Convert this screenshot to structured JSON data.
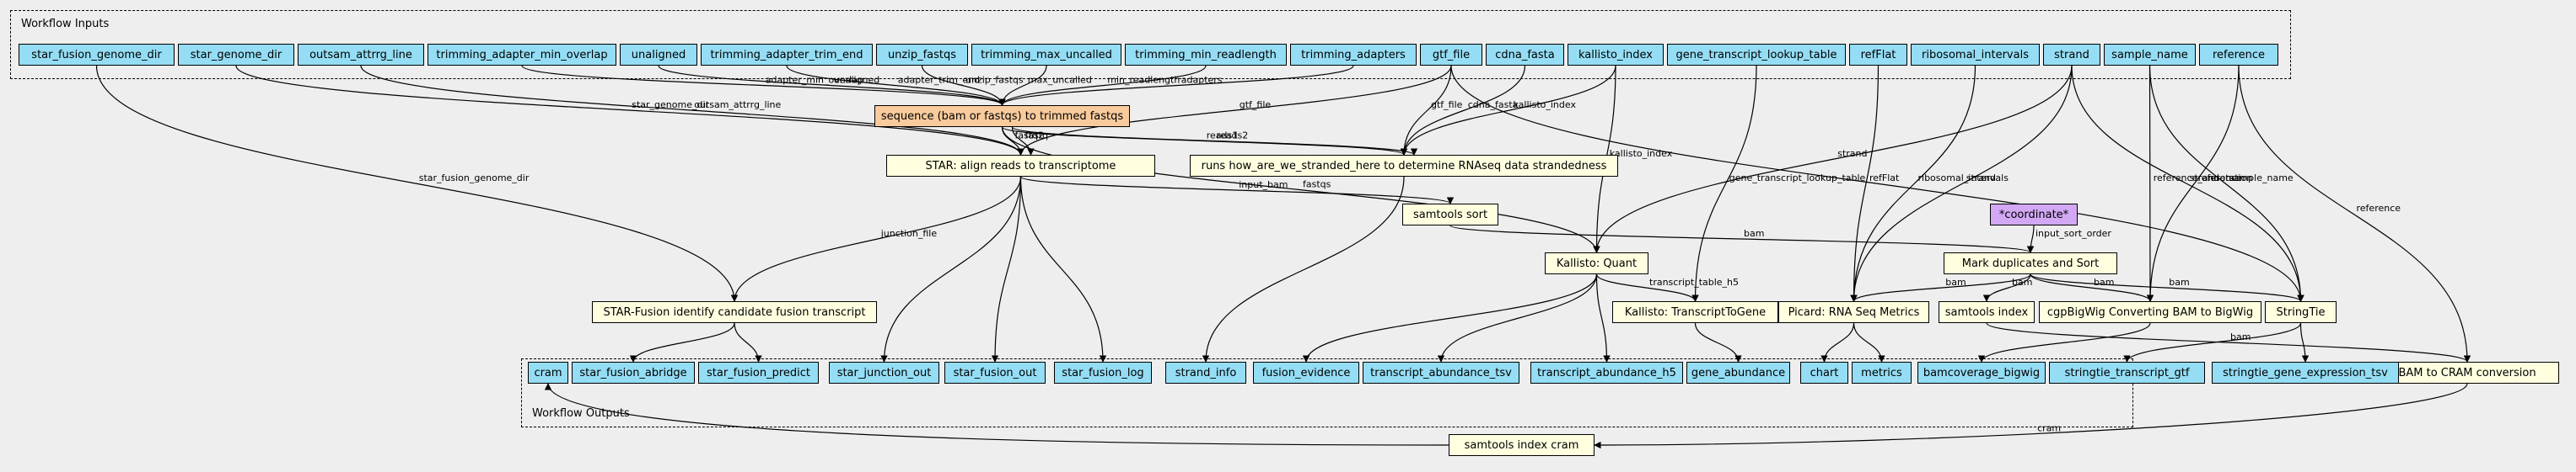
{
  "clusters": {
    "inputs_label": "Workflow Inputs",
    "outputs_label": "Workflow Outputs"
  },
  "colors": {
    "input_output_fill": "#94ddf4",
    "step_fill": "#ffffe0",
    "highlight_fill": "#f8ca9c",
    "param_fill": "#d2a8f4",
    "background": "#eeeeee"
  },
  "inputs": [
    {
      "id": "star_fusion_genome_dir",
      "label": "star_fusion_genome_dir"
    },
    {
      "id": "star_genome_dir",
      "label": "star_genome_dir"
    },
    {
      "id": "outsam_attrrg_line",
      "label": "outsam_attrrg_line"
    },
    {
      "id": "trimming_adapter_min_overlap",
      "label": "trimming_adapter_min_overlap"
    },
    {
      "id": "unaligned",
      "label": "unaligned"
    },
    {
      "id": "trimming_adapter_trim_end",
      "label": "trimming_adapter_trim_end"
    },
    {
      "id": "unzip_fastqs",
      "label": "unzip_fastqs"
    },
    {
      "id": "trimming_max_uncalled",
      "label": "trimming_max_uncalled"
    },
    {
      "id": "trimming_min_readlength",
      "label": "trimming_min_readlength"
    },
    {
      "id": "trimming_adapters",
      "label": "trimming_adapters"
    },
    {
      "id": "gtf_file",
      "label": "gtf_file"
    },
    {
      "id": "cdna_fasta",
      "label": "cdna_fasta"
    },
    {
      "id": "kallisto_index",
      "label": "kallisto_index"
    },
    {
      "id": "gene_transcript_lookup_table",
      "label": "gene_transcript_lookup_table"
    },
    {
      "id": "refFlat",
      "label": "refFlat"
    },
    {
      "id": "ribosomal_intervals",
      "label": "ribosomal_intervals"
    },
    {
      "id": "strand",
      "label": "strand"
    },
    {
      "id": "sample_name",
      "label": "sample_name"
    },
    {
      "id": "reference",
      "label": "reference"
    }
  ],
  "steps": [
    {
      "id": "trim",
      "label": "sequence (bam or fastqs) to trimmed fastqs"
    },
    {
      "id": "star_align",
      "label": "STAR: align reads to transcriptome"
    },
    {
      "id": "strandedness",
      "label": "runs how_are_we_stranded_here to determine RNAseq data strandedness"
    },
    {
      "id": "samtools_sort",
      "label": "samtools sort"
    },
    {
      "id": "coordinate",
      "label": "*coordinate*"
    },
    {
      "id": "kallisto_quant",
      "label": "Kallisto: Quant"
    },
    {
      "id": "mark_dup",
      "label": "Mark duplicates and Sort"
    },
    {
      "id": "star_fusion",
      "label": "STAR-Fusion identify candidate fusion transcript"
    },
    {
      "id": "tx2gene",
      "label": "Kallisto: TranscriptToGene"
    },
    {
      "id": "picard",
      "label": "Picard: RNA Seq Metrics"
    },
    {
      "id": "samtools_index",
      "label": "samtools index"
    },
    {
      "id": "bigwig",
      "label": "cgpBigWig Converting BAM to BigWig"
    },
    {
      "id": "stringtie",
      "label": "StringTie"
    },
    {
      "id": "bam_to_cram",
      "label": "BAM to CRAM conversion"
    },
    {
      "id": "index_cram",
      "label": "samtools index cram"
    }
  ],
  "outputs": [
    {
      "id": "cram",
      "label": "cram"
    },
    {
      "id": "star_fusion_abridge",
      "label": "star_fusion_abridge"
    },
    {
      "id": "star_fusion_predict",
      "label": "star_fusion_predict"
    },
    {
      "id": "star_junction_out",
      "label": "star_junction_out"
    },
    {
      "id": "star_fusion_out",
      "label": "star_fusion_out"
    },
    {
      "id": "star_fusion_log",
      "label": "star_fusion_log"
    },
    {
      "id": "strand_info",
      "label": "strand_info"
    },
    {
      "id": "fusion_evidence",
      "label": "fusion_evidence"
    },
    {
      "id": "transcript_abundance_tsv",
      "label": "transcript_abundance_tsv"
    },
    {
      "id": "transcript_abundance_h5",
      "label": "transcript_abundance_h5"
    },
    {
      "id": "gene_abundance",
      "label": "gene_abundance"
    },
    {
      "id": "chart",
      "label": "chart"
    },
    {
      "id": "metrics",
      "label": "metrics"
    },
    {
      "id": "bamcoverage_bigwig",
      "label": "bamcoverage_bigwig"
    },
    {
      "id": "stringtie_transcript_gtf",
      "label": "stringtie_transcript_gtf"
    },
    {
      "id": "stringtie_gene_expression_tsv",
      "label": "stringtie_gene_expression_tsv"
    }
  ],
  "edges": [
    {
      "from": "star_fusion_genome_dir",
      "to": "star_fusion",
      "label": "star_fusion_genome_dir"
    },
    {
      "from": "star_genome_dir",
      "to": "star_align",
      "label": "star_genome_dir"
    },
    {
      "from": "outsam_attrrg_line",
      "to": "star_align",
      "label": "outsam_attrrg_line"
    },
    {
      "from": "trimming_adapter_min_overlap",
      "to": "trim",
      "label": "adapter_min_overlap"
    },
    {
      "from": "unaligned",
      "to": "trim",
      "label": "unaligned"
    },
    {
      "from": "trimming_adapter_trim_end",
      "to": "trim",
      "label": "adapter_trim_end"
    },
    {
      "from": "unzip_fastqs",
      "to": "trim",
      "label": "unzip_fastqs"
    },
    {
      "from": "trimming_max_uncalled",
      "to": "trim",
      "label": "max_uncalled"
    },
    {
      "from": "trimming_min_readlength",
      "to": "trim",
      "label": "min_readlength"
    },
    {
      "from": "trimming_adapters",
      "to": "trim",
      "label": "adapters"
    },
    {
      "from": "gtf_file",
      "to": "star_align",
      "label": "gtf_file"
    },
    {
      "from": "gtf_file",
      "to": "strandedness",
      "label": "gtf_file"
    },
    {
      "from": "gtf_file",
      "to": "stringtie",
      "label": ""
    },
    {
      "from": "cdna_fasta",
      "to": "strandedness",
      "label": "cdna_fasta"
    },
    {
      "from": "kallisto_index",
      "to": "strandedness",
      "label": "kallisto_index"
    },
    {
      "from": "kallisto_index",
      "to": "kallisto_quant",
      "label": "kallisto_index"
    },
    {
      "from": "gene_transcript_lookup_table",
      "to": "tx2gene",
      "label": "gene_transcript_lookup_table"
    },
    {
      "from": "refFlat",
      "to": "picard",
      "label": "refFlat"
    },
    {
      "from": "ribosomal_intervals",
      "to": "picard",
      "label": "ribosomal_intervals"
    },
    {
      "from": "strand",
      "to": "kallisto_quant",
      "label": "strand"
    },
    {
      "from": "strand",
      "to": "picard",
      "label": "strand"
    },
    {
      "from": "strand",
      "to": "stringtie",
      "label": "strand"
    },
    {
      "from": "sample_name",
      "to": "stringtie",
      "label": "sample_name"
    },
    {
      "from": "sample_name",
      "to": "bigwig",
      "label": "reference_annotation"
    },
    {
      "from": "reference",
      "to": "bigwig",
      "label": "reference"
    },
    {
      "from": "reference",
      "to": "bam_to_cram",
      "label": "reference"
    },
    {
      "from": "trim",
      "to": "star_align",
      "label": "fastq2"
    },
    {
      "from": "trim",
      "to": "star_align",
      "label": "fastq"
    },
    {
      "from": "trim",
      "to": "strandedness",
      "label": "reads1"
    },
    {
      "from": "trim",
      "to": "strandedness",
      "label": "reads2"
    },
    {
      "from": "trim",
      "to": "kallisto_quant",
      "label": "fastqs"
    },
    {
      "from": "star_align",
      "to": "star_fusion",
      "label": "junction_file"
    },
    {
      "from": "star_align",
      "to": "samtools_sort",
      "label": "input_bam"
    },
    {
      "from": "star_align",
      "to": "star_junction_out",
      "label": ""
    },
    {
      "from": "star_align",
      "to": "star_fusion_out",
      "label": ""
    },
    {
      "from": "star_align",
      "to": "star_fusion_log",
      "label": ""
    },
    {
      "from": "strandedness",
      "to": "strand_info",
      "label": ""
    },
    {
      "from": "samtools_sort",
      "to": "mark_dup",
      "label": "bam"
    },
    {
      "from": "coordinate",
      "to": "mark_dup",
      "label": "input_sort_order"
    },
    {
      "from": "kallisto_quant",
      "to": "tx2gene",
      "label": "transcript_table_h5"
    },
    {
      "from": "kallisto_quant",
      "to": "fusion_evidence",
      "label": ""
    },
    {
      "from": "kallisto_quant",
      "to": "transcript_abundance_tsv",
      "label": ""
    },
    {
      "from": "kallisto_quant",
      "to": "transcript_abundance_h5",
      "label": ""
    },
    {
      "from": "mark_dup",
      "to": "picard",
      "label": "bam"
    },
    {
      "from": "mark_dup",
      "to": "samtools_index",
      "label": "bam"
    },
    {
      "from": "mark_dup",
      "to": "bigwig",
      "label": "bam"
    },
    {
      "from": "mark_dup",
      "to": "stringtie",
      "label": "bam"
    },
    {
      "from": "samtools_index",
      "to": "bam_to_cram",
      "label": "bam"
    },
    {
      "from": "star_fusion",
      "to": "star_fusion_abridge",
      "label": ""
    },
    {
      "from": "star_fusion",
      "to": "star_fusion_predict",
      "label": ""
    },
    {
      "from": "tx2gene",
      "to": "gene_abundance",
      "label": ""
    },
    {
      "from": "picard",
      "to": "chart",
      "label": ""
    },
    {
      "from": "picard",
      "to": "metrics",
      "label": ""
    },
    {
      "from": "bigwig",
      "to": "bamcoverage_bigwig",
      "label": ""
    },
    {
      "from": "stringtie",
      "to": "stringtie_transcript_gtf",
      "label": ""
    },
    {
      "from": "stringtie",
      "to": "stringtie_gene_expression_tsv",
      "label": ""
    },
    {
      "from": "bam_to_cram",
      "to": "index_cram",
      "label": "cram"
    },
    {
      "from": "index_cram",
      "to": "cram",
      "label": ""
    }
  ]
}
